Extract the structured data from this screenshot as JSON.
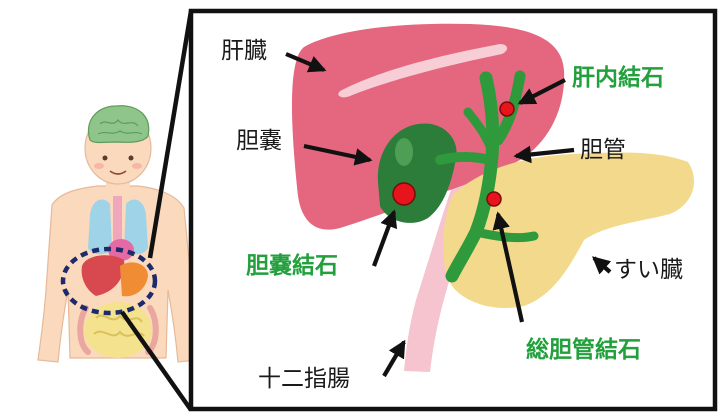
{
  "labels": {
    "liver": "肝臓",
    "gallbladder": "胆嚢",
    "bile_duct": "胆管",
    "pancreas": "すい臓",
    "duodenum": "十二指腸",
    "intrahepatic_stones": "肝内結石",
    "gallbladder_stones": "胆嚢結石",
    "common_bile_duct_stones": "総胆管結石"
  },
  "colors": {
    "frame": "#111111",
    "liver": "#e4677f",
    "liver_highlight": "#f7ced5",
    "gallbladder": "#2c7d3a",
    "bile_duct": "#2f9a3c",
    "pancreas": "#f3d98c",
    "duodenum": "#f6c4ce",
    "stone": "#e8141b",
    "highlight_text": "#22a03c",
    "dashed_circle": "#1e2a6b"
  }
}
